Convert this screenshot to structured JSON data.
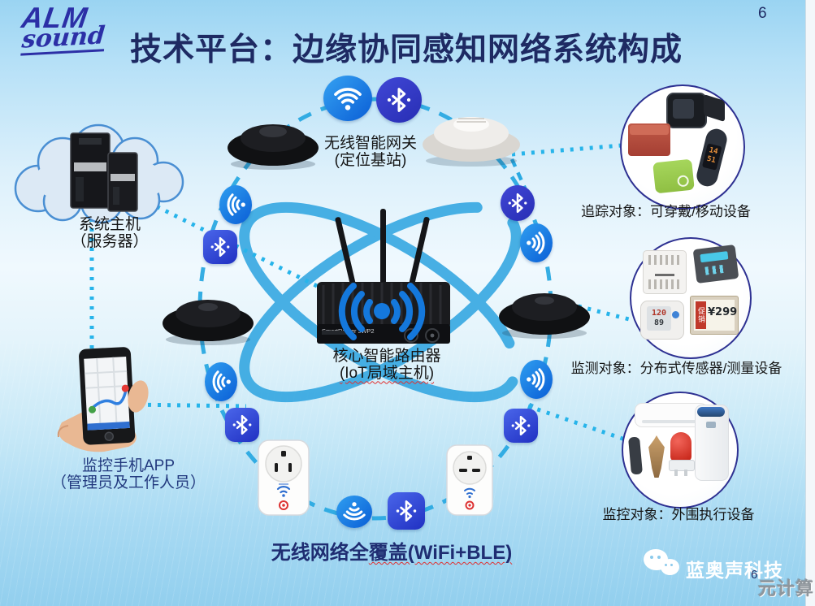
{
  "page": {
    "title": "技术平台：边缘协同感知网络系统构成",
    "page_number_top": "6",
    "page_number_bottom": "6"
  },
  "logo": {
    "line1": "ALM",
    "line2": "sound"
  },
  "diagram": {
    "gateway_label_1": "无线智能网关",
    "gateway_label_2": "(定位基站)",
    "server_label_1": "系统主机",
    "server_label_2": "（服务器）",
    "router_label_1": "核心智能路由器",
    "router_label_2": "(IoT局域主机)",
    "router_model": "SmartRouter JWP2",
    "phone_label_1": "监控手机APP",
    "phone_label_2": "（管理员及工作人员）",
    "coverage_label_plain": "无线网络全",
    "coverage_label_wavy": "覆盖(WiFi+BLE)"
  },
  "bubbles": [
    {
      "label": "追踪对象：可穿戴/移动设备",
      "band_time_1": "14",
      "band_time_2": "51"
    },
    {
      "label": "监测对象：分布式传感器/测量设备",
      "bp_sys": "120",
      "bp_dia": "89",
      "tag_promo": "促销",
      "tag_price": "¥299"
    },
    {
      "label": "监控对象：外围执行设备"
    }
  ],
  "footer": {
    "brand": "蓝奥声科技",
    "watermark": "元计算"
  },
  "icons": {
    "wifi": "wifi-icon",
    "bluetooth": "bluetooth-icon",
    "wechat": "wechat-icon",
    "cloud": "cloud-server-icon"
  },
  "colors": {
    "title_navy": "#1e2a63",
    "logo_blue": "#2c2fa6",
    "accent_dash_blue": "#2aa9e2",
    "wifi_icon_blue": "#0a5ed6",
    "bluetooth_icon_blue": "#2d3bc8",
    "navy_label": "#22397e",
    "bubble_border": "#2e3192",
    "background_sky": "#9ad4f2"
  }
}
